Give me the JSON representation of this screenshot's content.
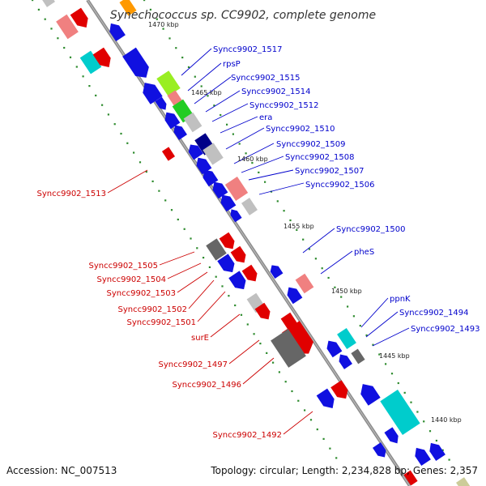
{
  "title": "Synechococcus sp. CC9902, complete genome",
  "footer": {
    "accession": "Accession: NC_007513",
    "summary": "Topology: circular; Length: 2,234,828 bp; Genes: 2,357"
  },
  "colors": {
    "blue_label": "#0000cc",
    "red_label": "#cc0000",
    "backbone": "#8c8c8c",
    "gc_dots": "#2e8b2e"
  },
  "kbp_ticks": [
    "1470 kbp",
    "1465 kbp",
    "1460 kbp",
    "1455 kbp",
    "1450 kbp",
    "1445 kbp",
    "1440 kbp"
  ],
  "right_labels": [
    "Syncc9902_1517",
    "rpsP",
    "Syncc9902_1515",
    "Syncc9902_1514",
    "Syncc9902_1512",
    "era",
    "Syncc9902_1510",
    "Syncc9902_1509",
    "Syncc9902_1508",
    "Syncc9902_1507",
    "Syncc9902_1506",
    "Syncc9902_1500",
    "pheS",
    "ppnK",
    "Syncc9902_1494",
    "Syncc9902_1493"
  ],
  "left_labels": [
    "Syncc9902_1513",
    "Syncc9902_1505",
    "Syncc9902_1504",
    "Syncc9902_1503",
    "Syncc9902_1502",
    "Syncc9902_1501",
    "surE",
    "Syncc9902_1497",
    "Syncc9902_1496",
    "Syncc9902_1492"
  ]
}
